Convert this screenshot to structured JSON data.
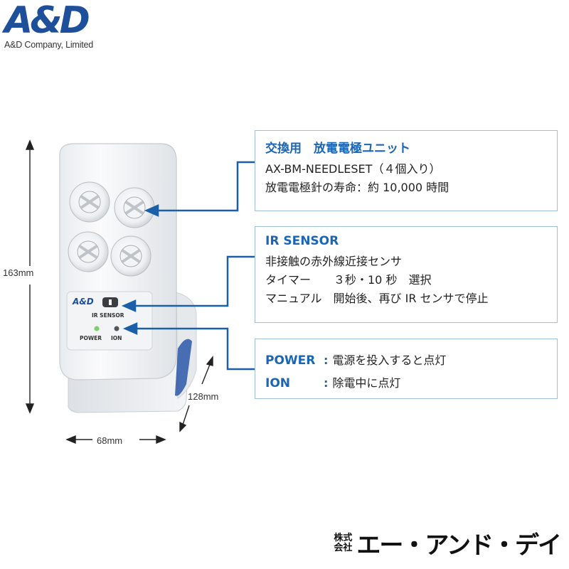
{
  "brand": {
    "logo_text": "A&D",
    "company_en": "A&D Company, Limited",
    "company_jp_prefix": "株式会社",
    "company_jp_name": "エー・アンド・デイ",
    "brand_color": "#1d4f9a"
  },
  "device": {
    "panel_logo": "A&D",
    "ir_label": "IR SENSOR",
    "power_label": "POWER",
    "ion_label": "ION",
    "power_led_color": "#7ecf6a",
    "ion_led_color": "#555555"
  },
  "dimensions": {
    "height": "163mm",
    "width": "68mm",
    "depth": "128mm"
  },
  "electrode_box": {
    "title": "交換用　放電電極ユニット",
    "model": "AX-BM-NEEDLESET（４個入り）",
    "life": "放電電極針の寿命：約 10,000 時間"
  },
  "ir_box": {
    "title": "IR SENSOR",
    "line1": "非接触の赤外線近接センサ",
    "line2": "タイマー　　３秒・10 秒　選択",
    "line3": "マニュアル　開始後、再び IR センサで停止"
  },
  "power_box": {
    "power_key": "POWER",
    "power_desc": "電源を投入すると点灯",
    "ion_key": "ION",
    "ion_desc": "除電中に点灯"
  },
  "colors": {
    "accent": "#1a66b4",
    "box_border": "#9fbfdd",
    "leader_line": "#1a5fa8"
  }
}
